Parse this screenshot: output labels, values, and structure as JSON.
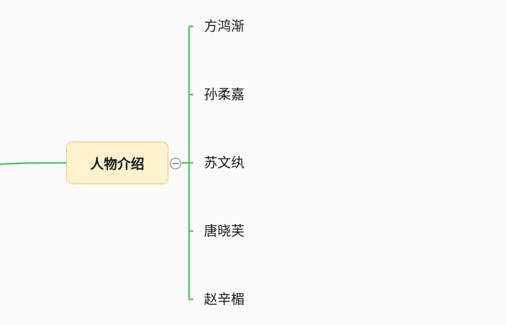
{
  "mindmap": {
    "central_topic": "人物介绍",
    "collapse_symbol": "minus-circle-icon",
    "branch_color": "#5ec46b",
    "topic_fill": "#fff2cf",
    "topic_border": "#f2c65a",
    "subtopics": [
      "方鸿渐",
      "孙柔嘉",
      "苏文纨",
      "唐晓芙",
      "赵辛楣"
    ]
  }
}
